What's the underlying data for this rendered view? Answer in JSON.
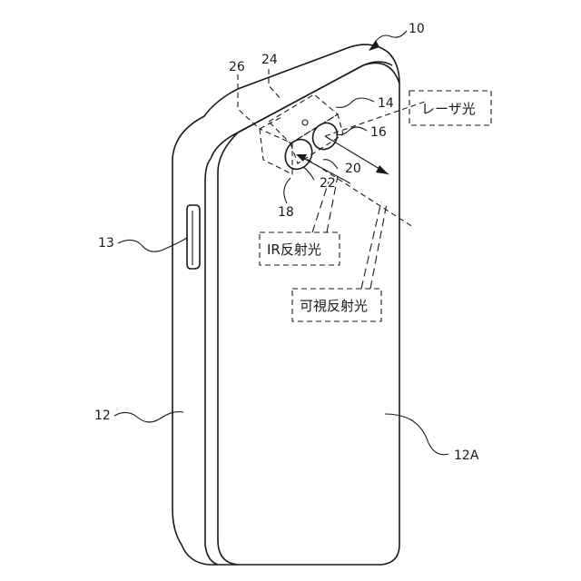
{
  "labels": {
    "device": "10",
    "body": "12",
    "back_face": "12A",
    "side_button": "13",
    "module": "14",
    "emitter": "16",
    "ir_camera": "18",
    "lens_visible": "20",
    "lens_ir": "22",
    "window": "24",
    "housing": "26"
  },
  "callouts": {
    "laser": "レーザ光",
    "ir_reflected": "IR反射光",
    "visible_reflected": "可視反射光"
  }
}
